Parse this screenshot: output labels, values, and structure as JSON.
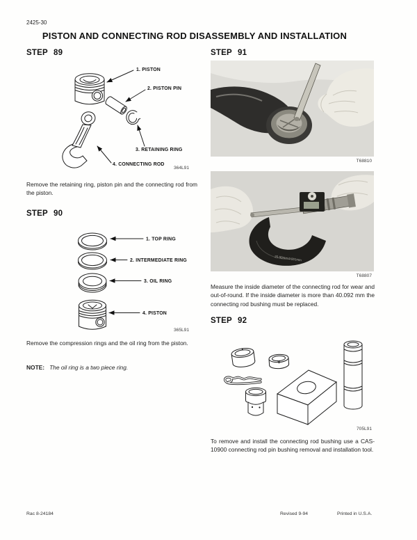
{
  "page_number": "2425-30",
  "title": "PISTON AND CONNECTING ROD DISASSEMBLY AND INSTALLATION",
  "step89": {
    "heading": "STEP 89",
    "labels": {
      "l1": "1. PISTON",
      "l2": "2. PISTON PIN",
      "l3": "3. RETAINING RING",
      "l4": "4. CONNECTING ROD"
    },
    "figure_id": "364L91",
    "caption": "Remove the retaining ring, piston pin and the connecting rod from the piston."
  },
  "step90": {
    "heading": "STEP 90",
    "labels": {
      "l1": "1. TOP RING",
      "l2": "2. INTERMEDIATE RING",
      "l3": "3. OIL RING",
      "l4": "4. PISTON"
    },
    "figure_id": "365L91",
    "caption": "Remove the compression rings and the oil ring from the piston.",
    "note_label": "NOTE:",
    "note_text": "The oil ring is a two piece ring."
  },
  "step91": {
    "heading": "STEP 91",
    "photo1_id": "T68810",
    "photo2_id": "T68807",
    "micrometer_text": "25-50mm  0.001mm",
    "caption": "Measure the inside diameter of the connecting rod for wear and out-of-round. If the inside diameter is more than 40.092 mm the connecting rod bushing must be replaced."
  },
  "step92": {
    "heading": "STEP 92",
    "figure_id": "705L91",
    "caption": "To remove and install the connecting rod bushing use a CAS-10900 connecting rod pin bushing removal and installation tool."
  },
  "footer": {
    "doc_number": "Rac 8-24184",
    "revision": "Revised 9-94",
    "printed": "Printed in U.S.A."
  }
}
